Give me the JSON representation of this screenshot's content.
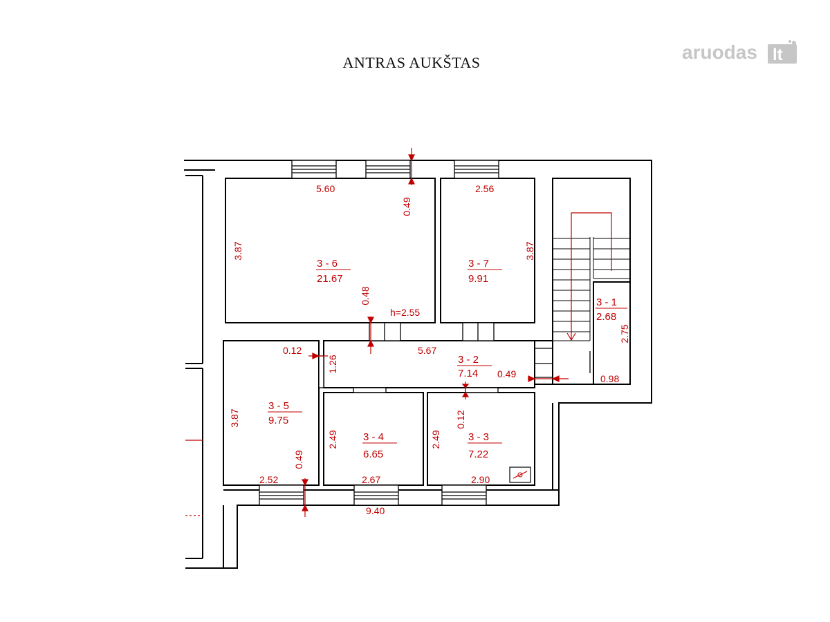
{
  "title": "ANTRAS AUKŠTAS",
  "watermark": {
    "text": "aruodas",
    "suffix": "lt",
    "color": "#c6c6c6"
  },
  "colors": {
    "walls": "#000000",
    "annotations": "#c00000"
  },
  "rooms": [
    {
      "id": "3 - 6",
      "area": "21.67"
    },
    {
      "id": "3 - 7",
      "area": "9.91"
    },
    {
      "id": "3 - 1",
      "area": "2.68"
    },
    {
      "id": "3 - 2",
      "area": "7.14"
    },
    {
      "id": "3 - 5",
      "area": "9.75"
    },
    {
      "id": "3 - 4",
      "area": "6.65"
    },
    {
      "id": "3 - 3",
      "area": "7.22"
    }
  ],
  "dimensions": {
    "r36_width": "5.60",
    "r36_height": "3.87",
    "top_wall": "0.49",
    "inner_wall": "0.48",
    "ceiling_height": "h=2.55",
    "r37_width": "2.56",
    "r37_height": "3.87",
    "corridor_length": "5.67",
    "corridor_wall": "0.12",
    "corridor_width": "1.26",
    "corridor_stair_wall": "0.49",
    "r31_height": "2.75",
    "r31_width": "0.98",
    "r35_height": "3.87",
    "r35_wall": "0.49",
    "r35_width": "2.52",
    "r34_height": "2.49",
    "r34_width": "2.67",
    "r33_height": "2.49",
    "r33_wall": "0.12",
    "r33_width": "2.90",
    "total_width": "9.40"
  },
  "icons": [
    "staircase-icon",
    "stair-arrow-icon",
    "water-heater-icon"
  ]
}
